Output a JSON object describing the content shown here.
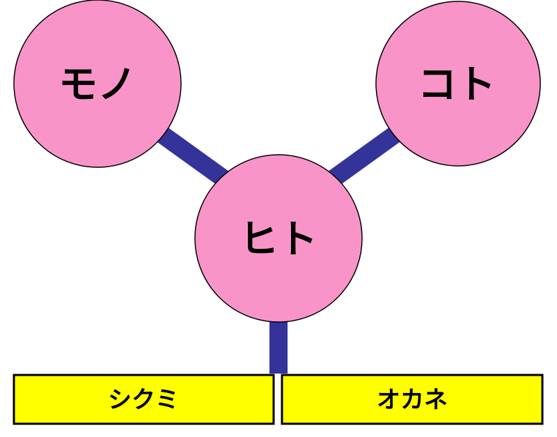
{
  "colors": {
    "circle_fill": "#F994C8",
    "connector": "#33339A",
    "box_fill": "#FFFF00",
    "outline": "#000000"
  },
  "nodes": {
    "mono": {
      "label": "モノ"
    },
    "koto": {
      "label": "コト"
    },
    "hito": {
      "label": "ヒト"
    }
  },
  "boxes": {
    "shikumi": {
      "label": "シクミ"
    },
    "okane": {
      "label": "オカネ"
    }
  }
}
